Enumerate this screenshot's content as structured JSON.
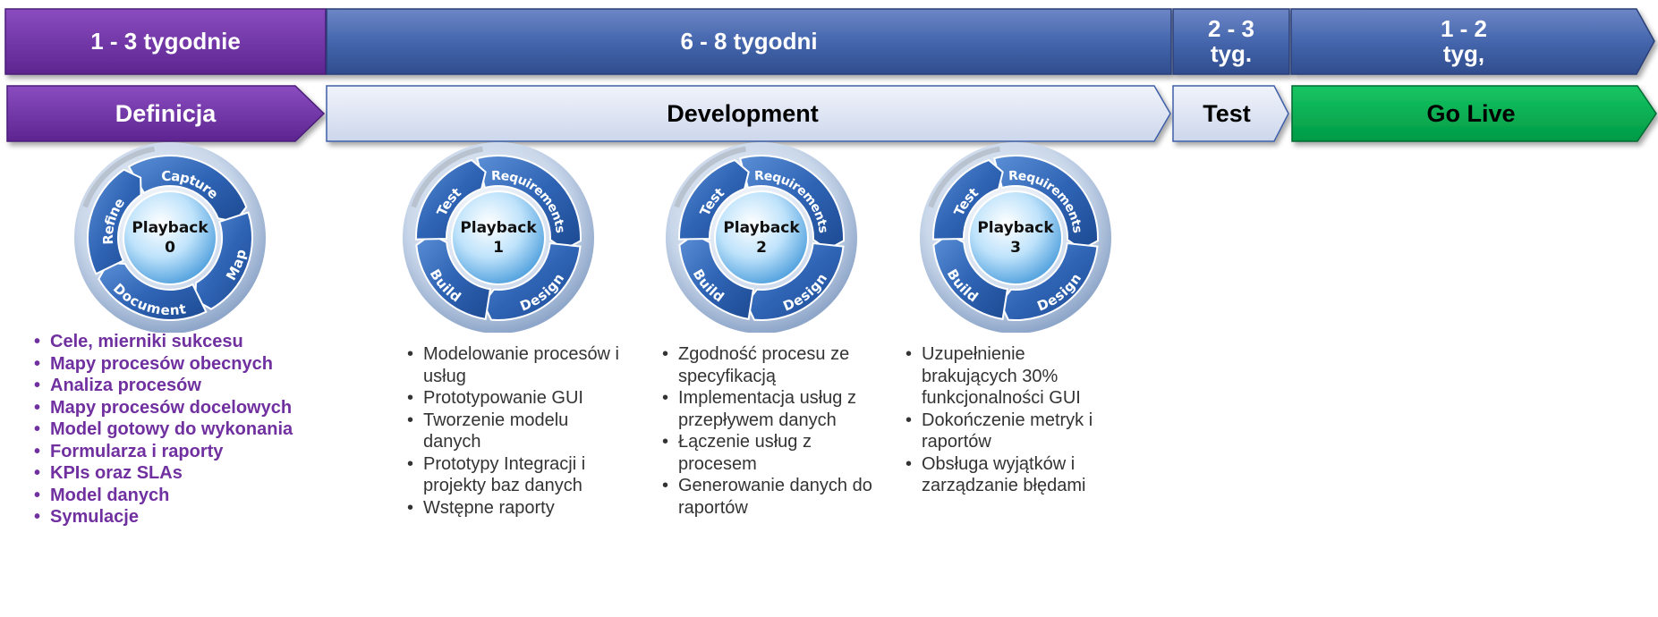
{
  "durations": [
    {
      "label": "1 - 3 tygodnie"
    },
    {
      "label": "6 - 8 tygodni"
    },
    {
      "label": "2 - 3\ntyg."
    },
    {
      "label": "1 - 2\ntyg,"
    }
  ],
  "phases": [
    {
      "label": "Definicja"
    },
    {
      "label": "Development"
    },
    {
      "label": "Test"
    },
    {
      "label": "Go Live"
    }
  ],
  "colors": {
    "purple": "#7030a0",
    "blue": "#3f5fa8",
    "light_blue": "#d9e1f2",
    "green": "#00b050"
  },
  "wheels": [
    {
      "center": "Playback",
      "number": "0",
      "segments": [
        "Capture",
        "Map",
        "Document",
        "Refine"
      ]
    },
    {
      "center": "Playback",
      "number": "1",
      "segments": [
        "Requirements",
        "Design",
        "Build",
        "Test"
      ]
    },
    {
      "center": "Playback",
      "number": "2",
      "segments": [
        "Requirements",
        "Design",
        "Build",
        "Test"
      ]
    },
    {
      "center": "Playback",
      "number": "3",
      "segments": [
        "Requirements",
        "Design",
        "Build",
        "Test"
      ]
    }
  ],
  "lists": {
    "definicja": [
      "Cele, mierniki sukcesu",
      "Mapy procesów obecnych",
      "Analiza procesów",
      "Mapy procesów docelowych",
      "Model gotowy do wykonania",
      "Formularza i raporty",
      "KPIs oraz SLAs",
      "Model danych",
      "Symulacje"
    ],
    "playback1": [
      "Modelowanie procesów i usług",
      "Prototypowanie GUI",
      "Tworzenie modelu danych",
      "Prototypy Integracji i projekty baz danych",
      "Wstępne raporty"
    ],
    "playback2": [
      "Zgodność procesu ze specyfikacją",
      "Implementacja usług z przepływem danych",
      "Łączenie usług z procesem",
      "Generowanie danych do raportów"
    ],
    "playback3": [
      "Uzupełnienie brakujących 30% funkcjonalności GUI",
      "Dokończenie metryk i raportów",
      "Obsługa wyjątków i zarządzanie błędami"
    ]
  }
}
